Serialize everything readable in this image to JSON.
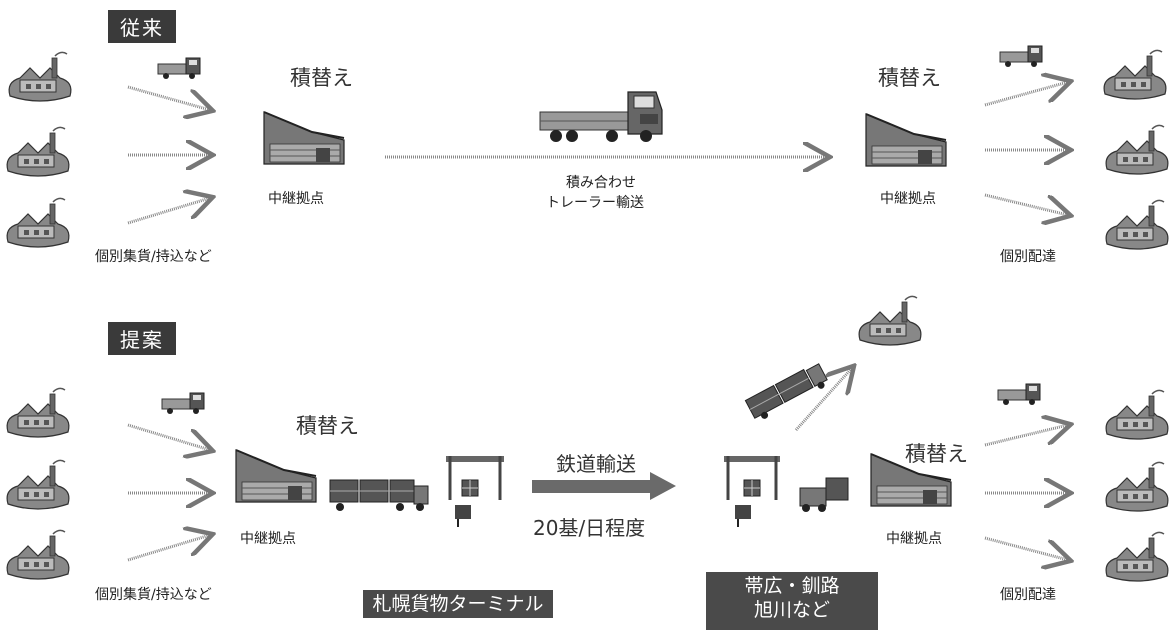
{
  "section_current": "従来",
  "section_proposal": "提案",
  "reload": "積替え",
  "relay_point": "中継拠点",
  "pickup": "個別集貨/持込など",
  "delivery": "個別配達",
  "trailer_line1": "積み合わせ",
  "trailer_line2": "トレーラー輸送",
  "rail_transport": "鉄道輸送",
  "rail_frequency": "20基/日程度",
  "sapporo_terminal": "札幌貨物ターミナル",
  "dest_line1": "帯広・釧路",
  "dest_line2": "旭川など"
}
